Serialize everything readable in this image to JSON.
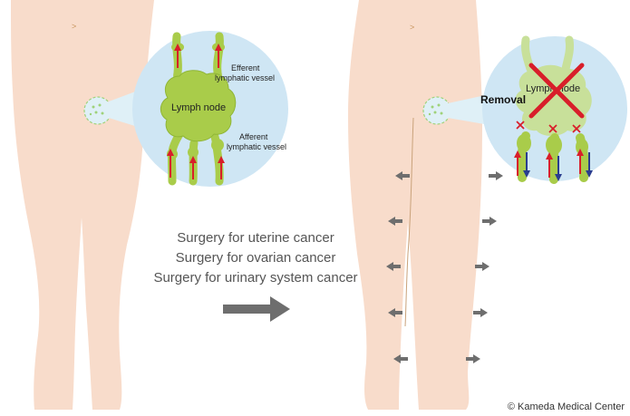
{
  "left_diagram": {
    "lymph_node_label": "Lymph node",
    "efferent_label_1": "Efferent",
    "efferent_label_2": "lymphatic vessel",
    "afferent_label_1": "Afferent",
    "afferent_label_2": "lymphatic vessel"
  },
  "right_diagram": {
    "lymph_node_label": "Lymph node",
    "removal_label": "Removal"
  },
  "caption": {
    "line1": "Surgery for uterine cancer",
    "line2": "Surgery for ovarian cancer",
    "line3": "Surgery for urinary system cancer"
  },
  "copyright": "© Kameda Medical Center",
  "colors": {
    "skin": "#f8dccb",
    "skin_outline": "#eec9b3",
    "magnifier_bg": "#cfe6f4",
    "lymph_green": "#a9cc4a",
    "lymph_green_dark": "#8fb536",
    "arrow_red": "#d81e2a",
    "arrow_blue": "#2a3d8f",
    "arrow_gray": "#6e6e6e",
    "scar": "#c9a27a"
  }
}
